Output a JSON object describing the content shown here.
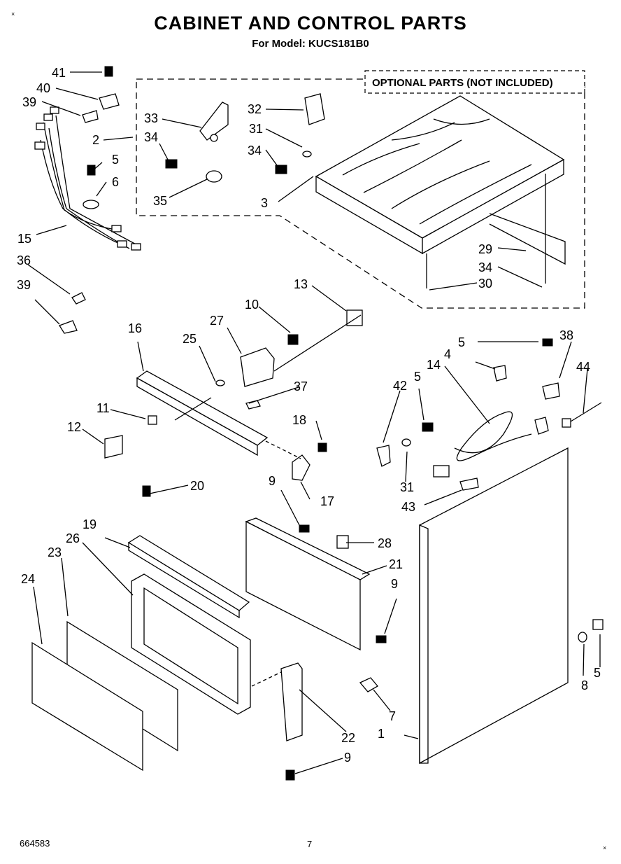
{
  "title": "CABINET AND CONTROL PARTS",
  "subtitle": "For Model: KUCS181B0",
  "optional_label": "OPTIONAL PARTS (NOT INCLUDED)",
  "doc_number": "664583",
  "page_number": "7",
  "corner_marks": [
    "×",
    "×"
  ],
  "callouts": {
    "c41": "41",
    "c40": "40",
    "c39a": "39",
    "c2": "2",
    "c5a": "5",
    "c6": "6",
    "c15": "15",
    "c33": "33",
    "c34a": "34",
    "c35": "35",
    "c32": "32",
    "c31a": "31",
    "c34b": "34",
    "c3": "3",
    "c29": "29",
    "c34c": "34",
    "c30": "30",
    "c36": "36",
    "c39b": "39",
    "c13": "13",
    "c10": "10",
    "c27": "27",
    "c16": "16",
    "c25": "25",
    "c37": "37",
    "c11": "11",
    "c12": "12",
    "c18": "18",
    "c17": "17",
    "c5b": "5",
    "c4": "4",
    "c38": "38",
    "c44": "44",
    "c14": "14",
    "c42": "42",
    "c5c": "5",
    "c31b": "31",
    "c43": "43",
    "c20": "20",
    "c9a": "9",
    "c28": "28",
    "c19": "19",
    "c26": "26",
    "c23": "23",
    "c24": "24",
    "c21": "21",
    "c9b": "9",
    "c8": "8",
    "c5d": "5",
    "c7": "7",
    "c22": "22",
    "c1": "1",
    "c9c": "9"
  }
}
